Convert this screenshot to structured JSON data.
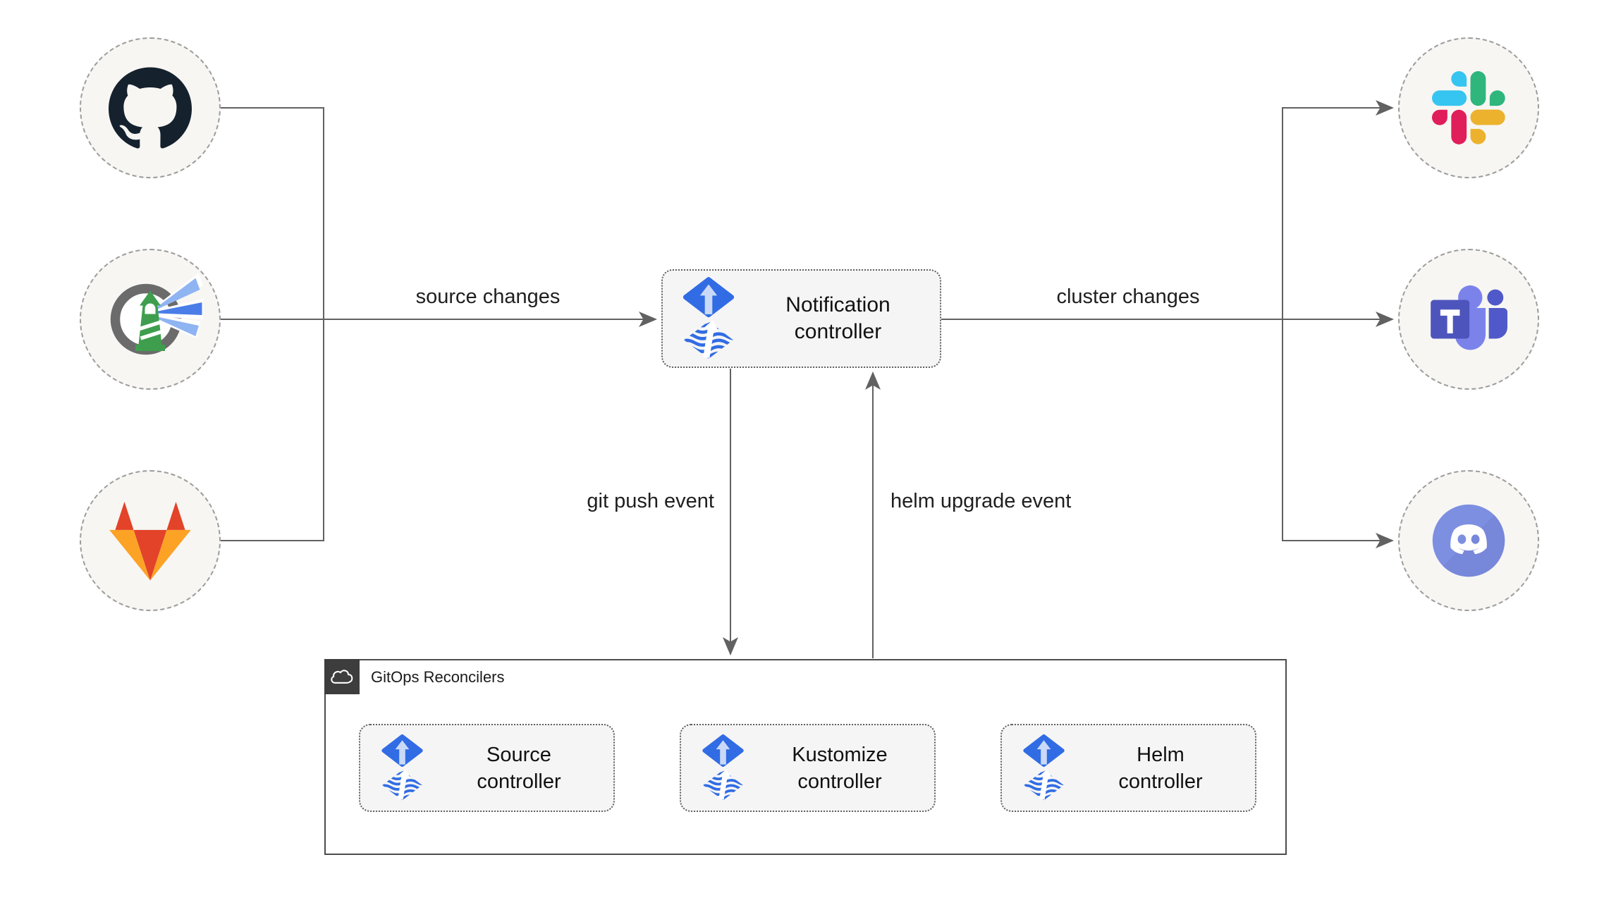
{
  "nodes": {
    "notification": {
      "label": "Notification controller",
      "icon": "flux-icon"
    },
    "source": {
      "label": "Source controller",
      "icon": "flux-icon"
    },
    "kustomize": {
      "label": "Kustomize controller",
      "icon": "flux-icon"
    },
    "helm": {
      "label": "Helm controller",
      "icon": "flux-icon"
    }
  },
  "group": {
    "title": "GitOps Reconcilers",
    "icon": "cloud-icon"
  },
  "source_icons": [
    "github-icon",
    "harbor-icon",
    "gitlab-icon"
  ],
  "target_icons": [
    "slack-icon",
    "ms-teams-icon",
    "discord-icon"
  ],
  "edge_labels": {
    "source_changes": "source changes",
    "cluster_changes": "cluster changes",
    "git_push": "git push event",
    "helm_upgrade": "helm upgrade event"
  },
  "colors": {
    "connector": "#616161",
    "circle_fill": "#F7F6F3",
    "box_fill": "#F5F5F5",
    "flux_blue": "#316CE4",
    "flux_arrow_light": "#C9D9F7",
    "github_dark": "#16212E",
    "harbor_green": "#3E9E4E",
    "harbor_ring_gray": "#6B6B6B",
    "harbor_beam_blue": "#4A7DE8",
    "gitlab_red": "#E24329",
    "gitlab_orange": "#FCA326",
    "slack_blue": "#36C5F0",
    "slack_green": "#2EB67D",
    "slack_red": "#E01E5A",
    "slack_yellow": "#ECB22E",
    "teams_purple": "#4D55BD",
    "teams_light_purple": "#7B83EB",
    "discord_blurple": "#7D8FE0"
  }
}
